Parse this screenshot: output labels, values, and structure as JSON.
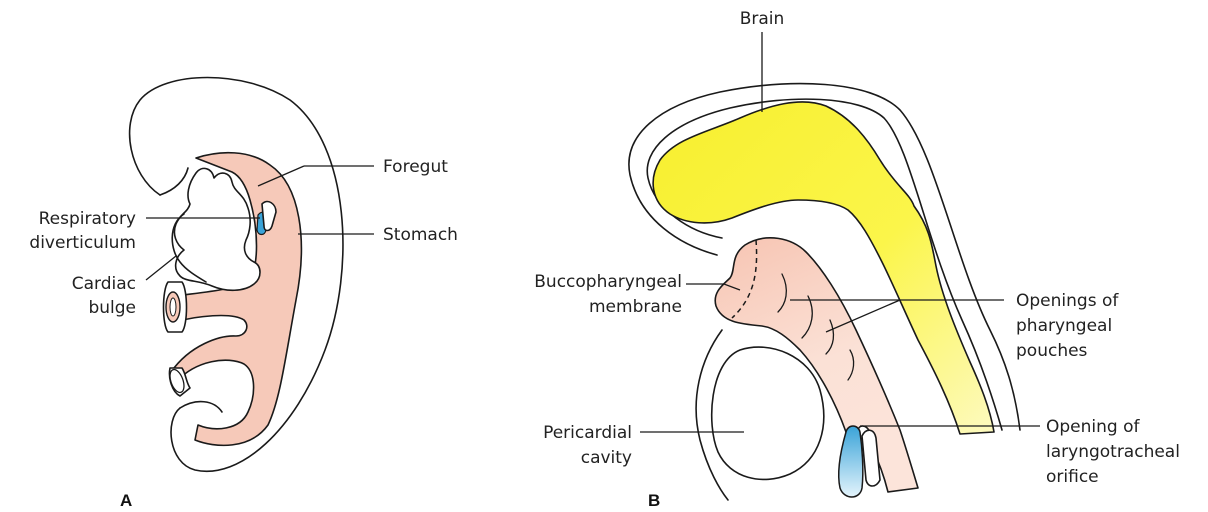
{
  "panels": {
    "a": {
      "letter": "A",
      "labels": {
        "foregut": "Foregut",
        "stomach": "Stomach",
        "respiratory_line1": "Respiratory",
        "respiratory_line2": "diverticulum",
        "cardiac_line1": "Cardiac",
        "cardiac_line2": "bulge"
      }
    },
    "b": {
      "letter": "B",
      "labels": {
        "brain": "Brain",
        "bucco_line1": "Buccopharyngeal",
        "bucco_line2": "membrane",
        "openings_line1": "Openings of",
        "openings_line2": "pharyngeal",
        "openings_line3": "pouches",
        "pericardial_line1": "Pericardial",
        "pericardial_line2": "cavity",
        "laryngo_line1": "Opening of",
        "laryngo_line2": "laryngotracheal",
        "laryngo_line3": "orifice"
      }
    }
  },
  "colors": {
    "endoderm": "#f6c9b9",
    "neural_tissue": "#fbf53b",
    "respiratory": "#3aa3d8",
    "outline": "#1a1a1a"
  }
}
